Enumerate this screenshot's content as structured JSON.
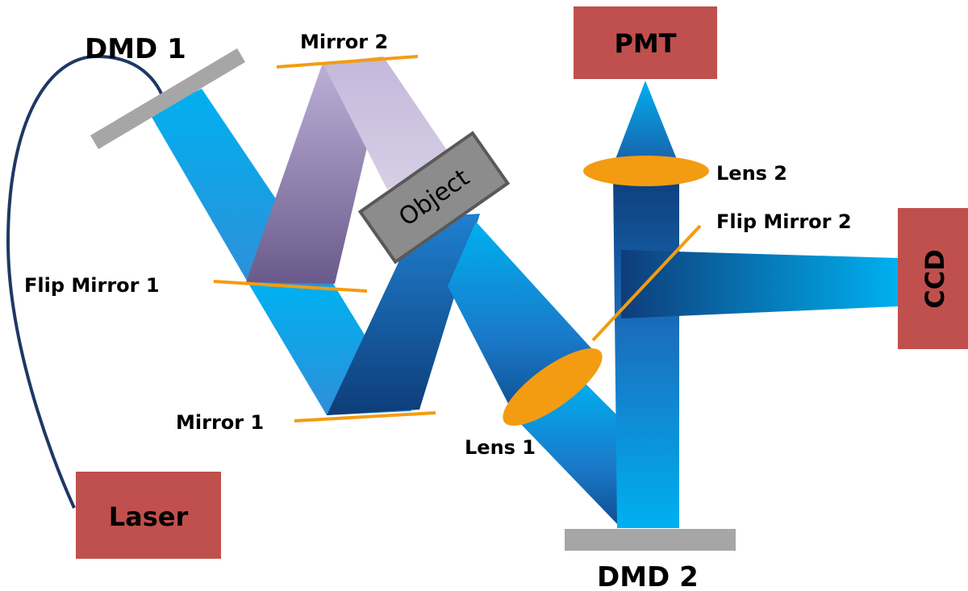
{
  "labels": {
    "dmd1": "DMD 1",
    "dmd2": "DMD 2",
    "mirror1": "Mirror 1",
    "mirror2": "Mirror 2",
    "flip_mirror1": "Flip Mirror 1",
    "flip_mirror2": "Flip Mirror 2",
    "lens1": "Lens 1",
    "lens2": "Lens 2",
    "laser": "Laser",
    "pmt": "PMT",
    "ccd": "CCD",
    "object": "Object"
  },
  "colors": {
    "box_fill": "#c0504d",
    "dmd_gray": "#a6a6a6",
    "optic_orange": "#f39c12",
    "beam_light": "#00b0f0",
    "beam_dark": "#1f4e8c",
    "purple_dark": "#6b5a8e",
    "purple_light": "#c9bfdc",
    "fiber": "#1f3864",
    "object_fill": "#8c8c8c"
  }
}
